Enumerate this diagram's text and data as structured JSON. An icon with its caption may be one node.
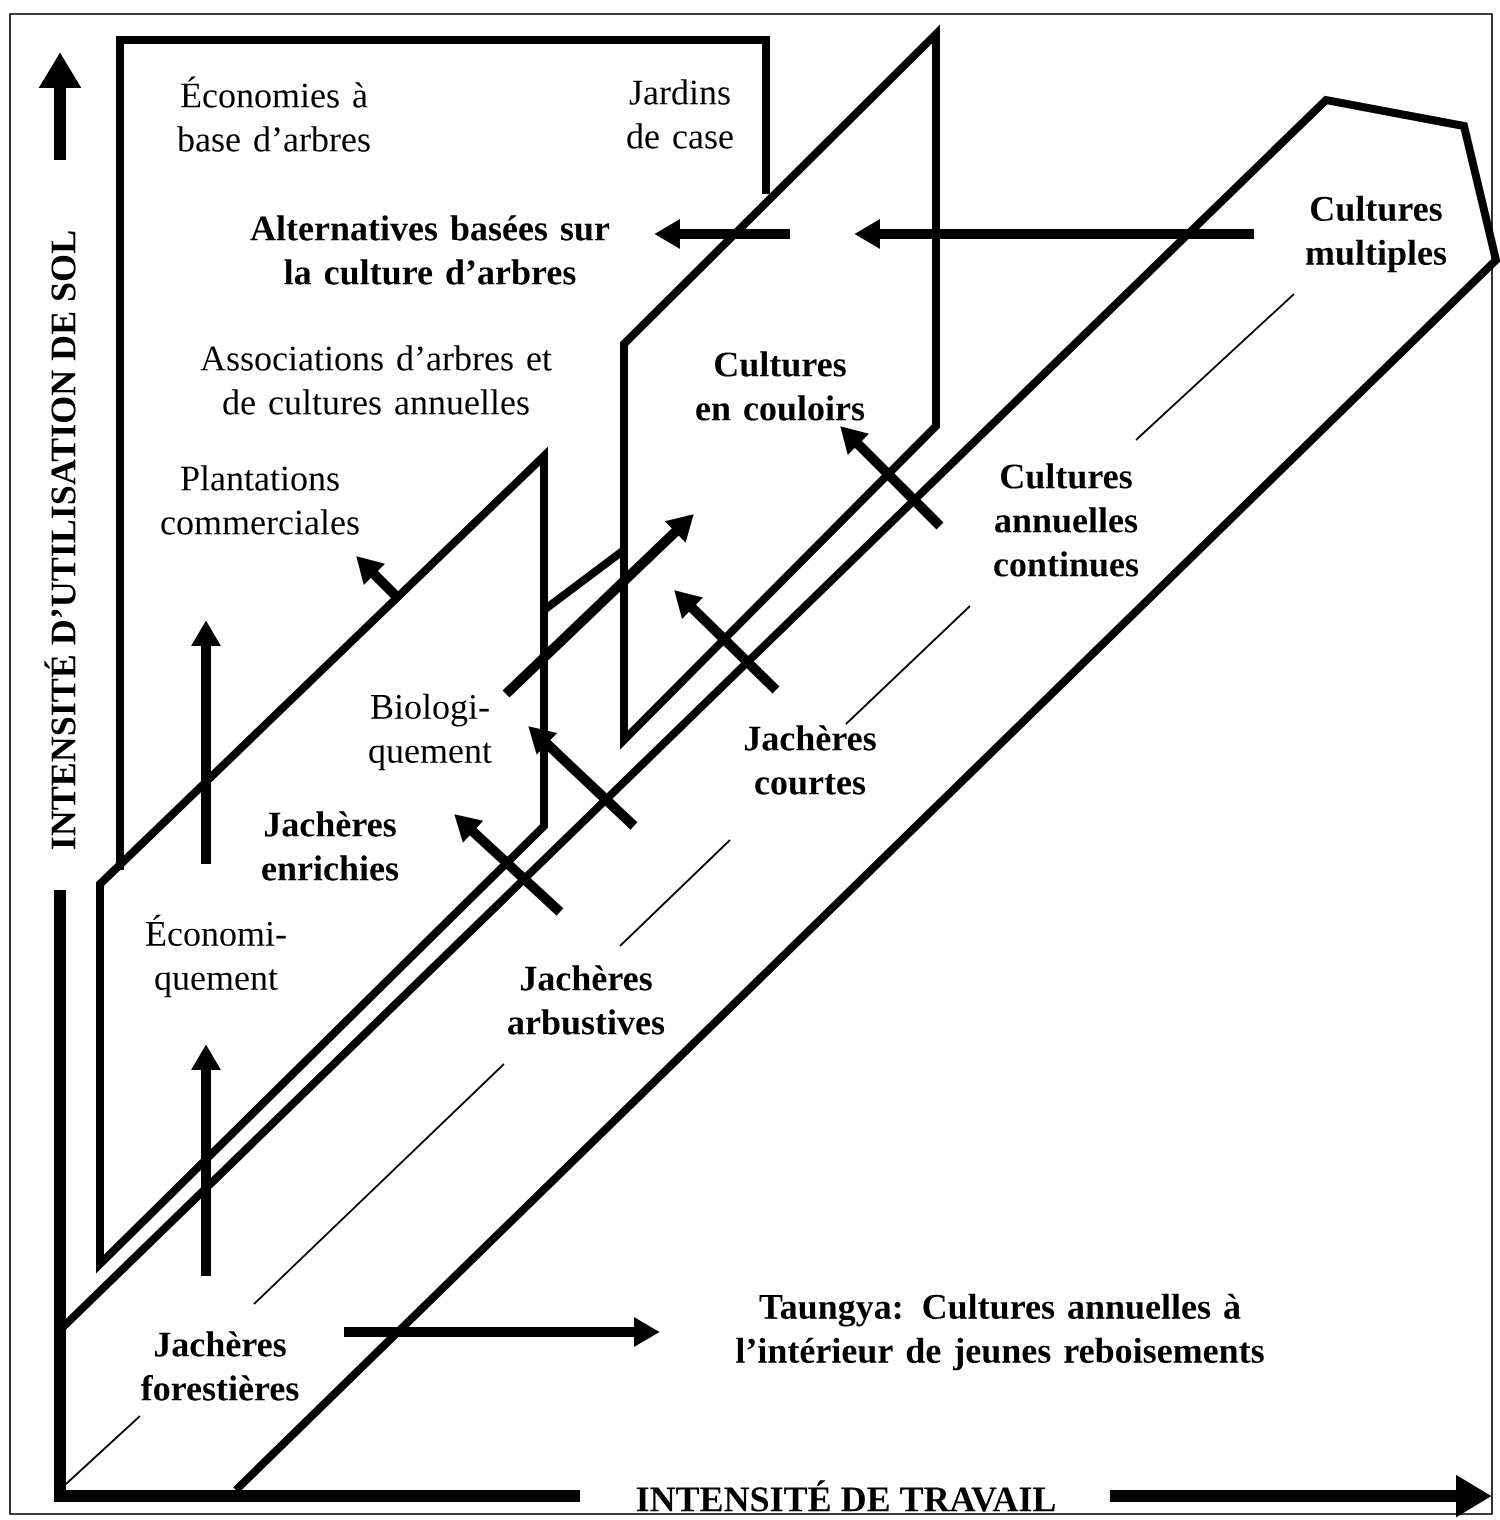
{
  "diagram": {
    "nodes": [
      {
        "text": [
          "Économies à base d’arbres"
        ]
      },
      {
        "text": [
          "Jardins de case"
        ]
      },
      {
        "text": [
          "Alternatives basées sur la culture d’arbres"
        ]
      },
      {
        "text": [
          "Associations d’arbres et de cultures annuelles"
        ]
      },
      {
        "text": [
          "Cultures en couloirs"
        ]
      },
      {
        "text": [
          "Cultures multiples"
        ]
      },
      {
        "text": [
          "Plantations commerciales"
        ]
      },
      {
        "text": [
          "Cultures annuelles continues"
        ]
      },
      {
        "text": [
          "Biologi-quement"
        ]
      },
      {
        "text": [
          "Jachères courtes"
        ]
      },
      {
        "text": [
          "Jachères enrichies"
        ]
      },
      {
        "text": [
          "Économi-quement"
        ]
      },
      {
        "text": [
          "Jachères arbustives"
        ]
      },
      {
        "text": [
          "Jachères forestières"
        ]
      },
      {
        "text": [
          "Taungya: Cultures annuelles à l’intérieur de jeunes reboisements"
        ]
      }
    ],
    "edges": [
      {
        "from": 5,
        "to": 4,
        "arrow": "to"
      },
      {
        "from": 4,
        "to": 2,
        "arrow": "to"
      },
      {
        "from": null,
        "to": 6,
        "arrow": "to"
      },
      {
        "from": 11,
        "to": 6,
        "arrow": "to"
      },
      {
        "from": 13,
        "to": 11,
        "arrow": "to"
      },
      {
        "from": 13,
        "to": 14,
        "arrow": "to"
      },
      {
        "from": 8,
        "to": 4,
        "arrow": "to"
      },
      {
        "from": 9,
        "to": 4,
        "arrow": "to"
      },
      {
        "from": 7,
        "to": 4,
        "arrow": "to"
      },
      {
        "from": 12,
        "to": 8,
        "arrow": "to"
      },
      {
        "from": null,
        "to": 8,
        "arrow": "to"
      }
    ],
    "labels": [
      "INTENSITÉ D’UTILISATION DE SOL",
      "INTENSITÉ DE TRAVAIL"
    ]
  }
}
